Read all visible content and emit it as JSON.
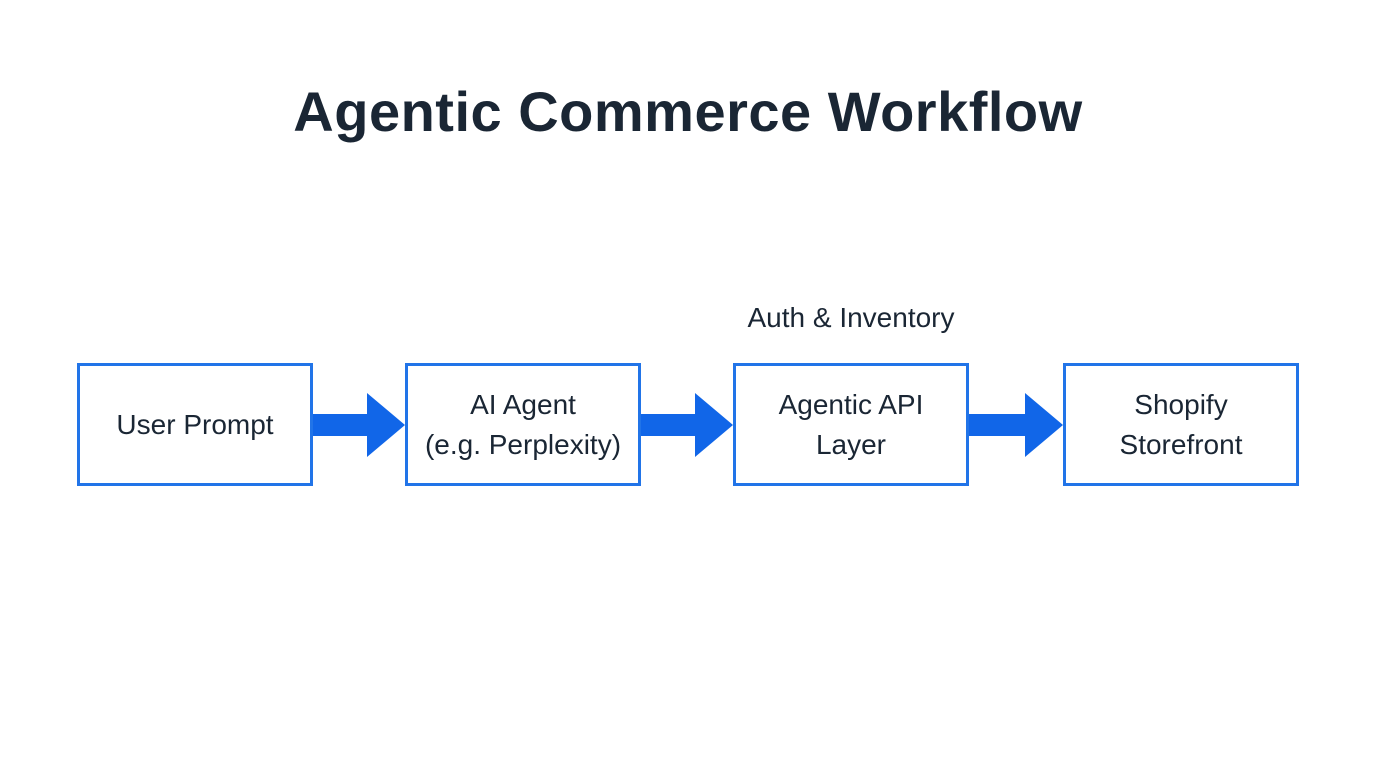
{
  "page": {
    "title": "Agentic Commerce Workflow"
  },
  "colors": {
    "accent_blue": "#1166e8",
    "border_blue": "#2174e8",
    "text_dark": "#1a2634",
    "background": "#ffffff"
  },
  "diagram": {
    "annotation": "Auth & Inventory",
    "nodes": [
      {
        "id": "user-prompt",
        "full_label": "User Prompt",
        "line1": "User Prompt"
      },
      {
        "id": "ai-agent",
        "full_label": "AI Agent (e.g. Perplexity)",
        "line1": "AI Agent",
        "line2": "(e.g. Perplexity)"
      },
      {
        "id": "agentic-api-layer",
        "full_label": "Agentic API Layer",
        "line1": "Agentic API",
        "line2": "Layer"
      },
      {
        "id": "shopify-storefront",
        "full_label": "Shopify Storefront",
        "line1": "Shopify",
        "line2": "Storefront"
      }
    ],
    "arrows": [
      {
        "from": "User Prompt",
        "to": "AI Agent (e.g. Perplexity)",
        "direction": "right"
      },
      {
        "from": "AI Agent (e.g. Perplexity)",
        "to": "Agentic API Layer",
        "direction": "right"
      },
      {
        "from": "Agentic API Layer",
        "to": "Shopify Storefront",
        "direction": "right"
      }
    ]
  }
}
